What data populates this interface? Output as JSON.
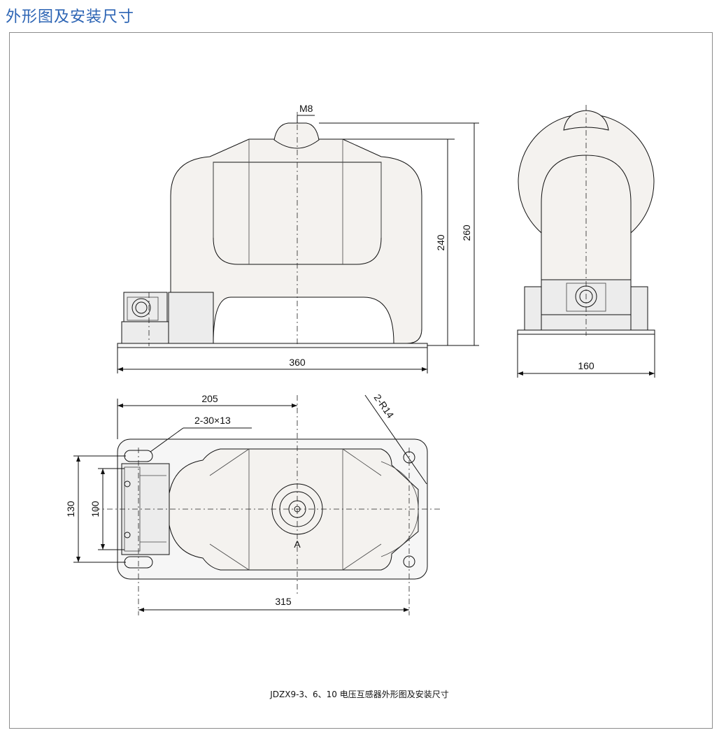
{
  "page": {
    "title": "外形图及安装尺寸"
  },
  "drawing": {
    "caption": "JDZX9-3、6、10 电压互感器外形图及安装尺寸",
    "front_view": {
      "thread_label": "M8",
      "dim_width": "360",
      "dim_height_inner": "240",
      "dim_height_total": "260"
    },
    "side_view": {
      "dim_width": "160"
    },
    "plan_view": {
      "dim_205": "205",
      "slot_label": "2-30×13",
      "radius_label": "2-R14",
      "dim_130": "130",
      "dim_100": "100",
      "dim_315": "315",
      "terminal_label": "A"
    }
  }
}
